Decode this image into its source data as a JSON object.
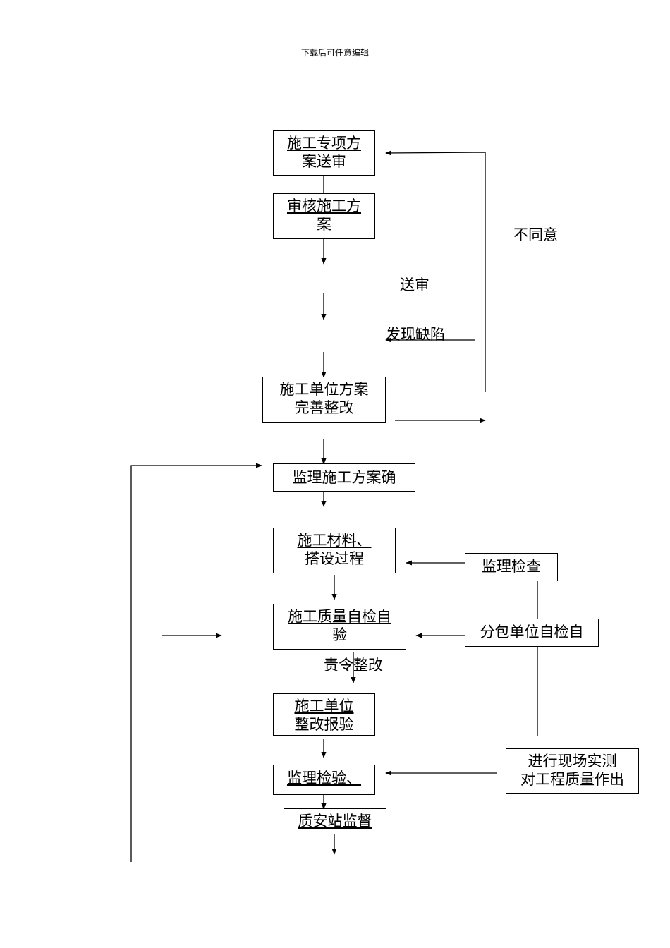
{
  "header": "下载后可任意编辑",
  "boxes": {
    "b1": {
      "line1": "施工专项方",
      "line2": "案送审"
    },
    "b2": {
      "line1": "审核施工方",
      "line2": "案"
    },
    "b3": {
      "line1": "施工单位方案",
      "line2": "完善整改"
    },
    "b4": {
      "line1": "监理施工方案确"
    },
    "b5": {
      "line1": "施工材料、",
      "line2": "搭设过程"
    },
    "b6": {
      "line1": "施工质量自检自",
      "line2": "验"
    },
    "b7": {
      "line1": "施工单位",
      "line2": "整改报验"
    },
    "b8": {
      "line1": "监理检验、"
    },
    "b9": {
      "line1": "质安站监督"
    },
    "b10": {
      "line1": "监理检查"
    },
    "b11": {
      "line1": "分包单位自检自"
    },
    "b12": {
      "line1": "进行现场实测",
      "line2": "对工程质量作出"
    }
  },
  "labels": {
    "disagree": "不同意",
    "submit": "送审",
    "defect": "发现缺陷",
    "rectify": "责令整改"
  }
}
